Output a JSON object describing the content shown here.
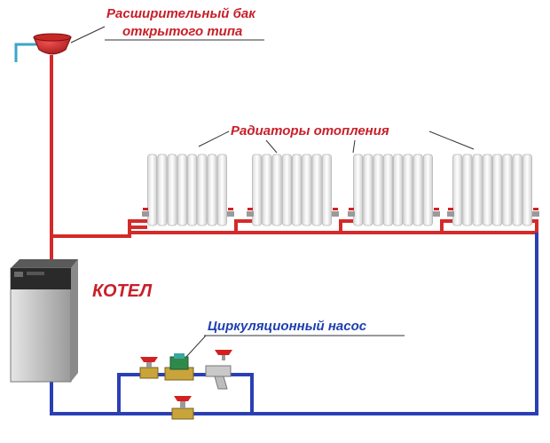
{
  "labels": {
    "tank_line1": "Расширительный бак",
    "tank_line2": "открытого типа",
    "radiators": "Радиаторы отопления",
    "boiler": "КОТЕЛ",
    "pump": "Циркуляционный насос"
  },
  "colors": {
    "supply_pipe": "#d42a2a",
    "return_pipe": "#2a3fb4",
    "label_red": "#c8202a",
    "label_blue": "#1e3fb0",
    "radiator": "#f2f2f2",
    "boiler_body": "#bfbfbf",
    "valve_handle": "#d42020",
    "brass": "#c9a43a",
    "pump_body": "#2f8a4a"
  },
  "icons": {
    "expansion_tank": "expansion-tank-icon",
    "radiator": "radiator-icon",
    "boiler": "boiler-icon",
    "ball_valve": "ball-valve-icon",
    "pump": "circulation-pump-icon",
    "filter": "strainer-filter-icon"
  }
}
